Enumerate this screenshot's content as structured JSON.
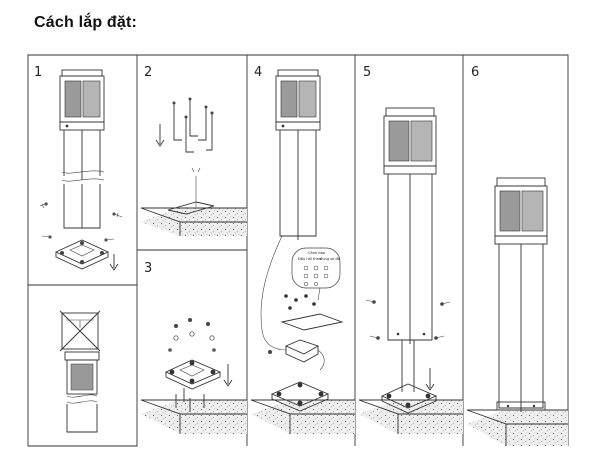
{
  "page": {
    "title": "Cách lắp đặt:"
  },
  "steps": [
    {
      "number": "1"
    },
    {
      "number": "2"
    },
    {
      "number": "3"
    },
    {
      "number": "4"
    },
    {
      "number": "5"
    },
    {
      "number": "6"
    }
  ],
  "connector_label": {
    "title": "Cảnh báo",
    "line1": "Đấu nối theo",
    "line2": "đúng sơ đồ"
  },
  "colors": {
    "line": "#333333",
    "ground_fill": "#e8e8e8",
    "lamp_glass": "#9a9a9a"
  }
}
